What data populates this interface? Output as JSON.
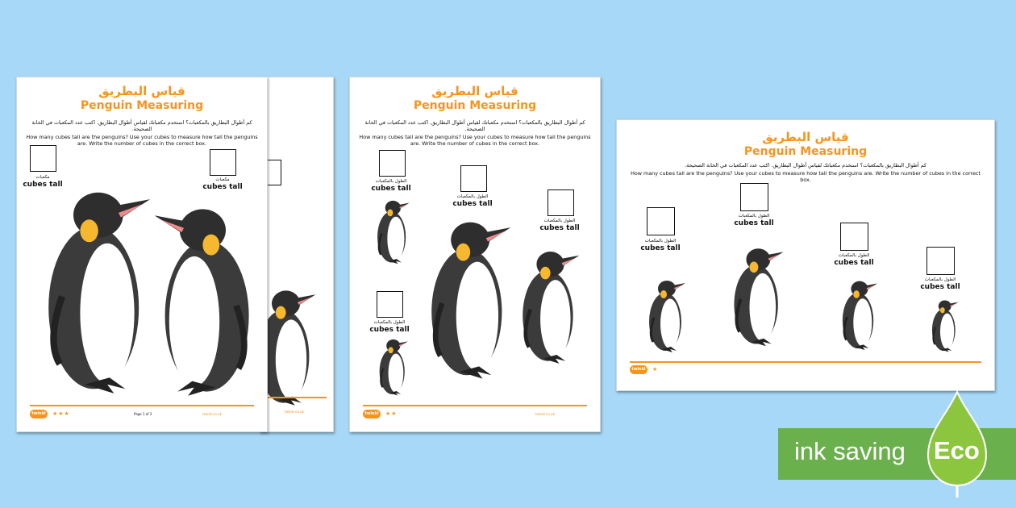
{
  "worksheet": {
    "title_ar": "قياس البطريق",
    "title_en": "Penguin Measuring",
    "instructions_ar": "كم أطوال البطاريق بالمكعبات؟ استخدم مكعباتك لقياس أطوال البطاريق. اكتب عدد المكعبات في الخانة الصحيحة.",
    "instructions_en": "How many cubes tall are the penguins? Use your cubes to measure how tall the penguins are. Write the number of cubes in the correct box.",
    "label_en": "cubes tall",
    "label_ar_sheet1": "مكعبات",
    "label_ar": "الطول بالمكعبات",
    "page_number": "Page 1 of 2",
    "site": "twinkl.co.uk",
    "logo": "twinkl"
  },
  "sheets": [
    {
      "stars": "★★★"
    },
    {
      "stars": "★★"
    },
    {
      "stars": "★"
    }
  ],
  "badge": {
    "text": "ink saving",
    "eco": "Eco",
    "color": "#6ab04c"
  },
  "colors": {
    "accent": "#f7941d",
    "background": "#a7d8f7"
  }
}
